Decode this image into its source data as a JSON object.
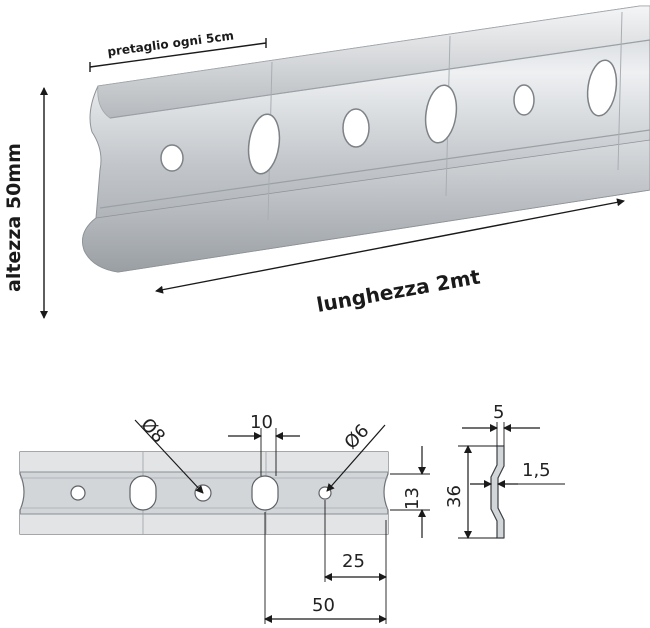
{
  "photo": {
    "pre_cut_label": "pretaglio ogni 5cm",
    "height_label": "altezza 50mm",
    "length_label": "lunghezza 2mt"
  },
  "drawing": {
    "hole_large_dia": "Ø8",
    "hole_small_dia": "Ø6",
    "slot_width": "10",
    "rail_height": "13",
    "pitch_half": "25",
    "pitch": "50"
  },
  "section": {
    "flange": "5",
    "thickness": "1,5",
    "height": "36"
  },
  "colors": {
    "steel_light": "#e6e8ea",
    "steel_mid": "#b9bdc1",
    "steel_dark": "#8e9398",
    "ink": "#1a1a1a"
  }
}
